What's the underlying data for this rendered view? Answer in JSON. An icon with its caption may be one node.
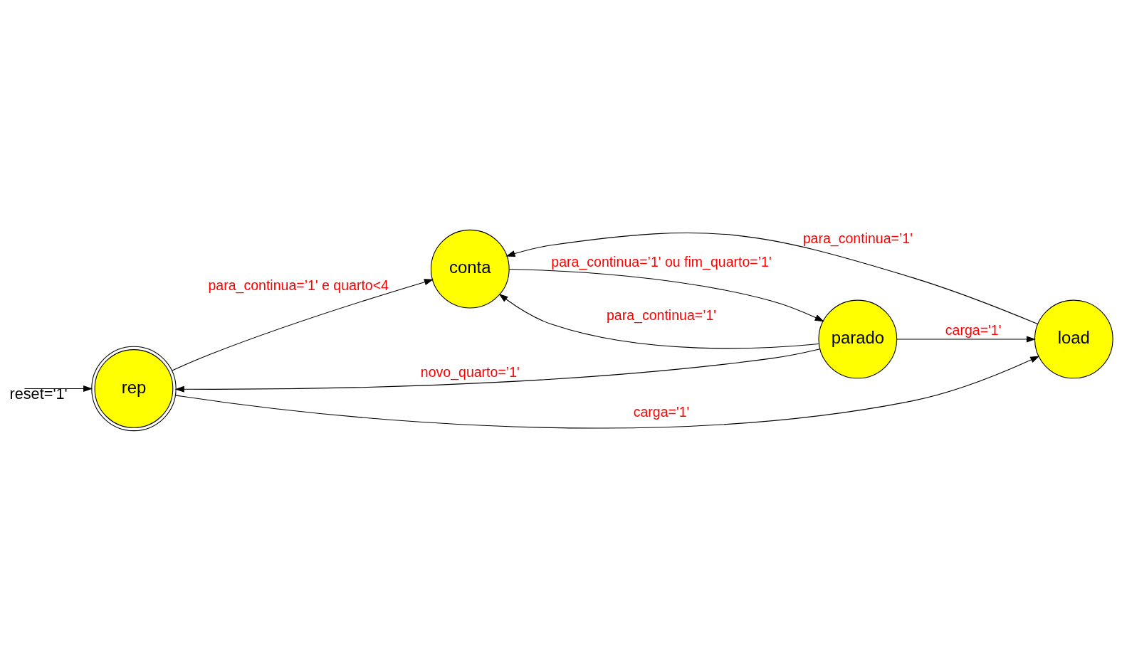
{
  "diagram": {
    "nodes": [
      {
        "text": [
          "rep"
        ]
      },
      {
        "text": [
          "conta"
        ]
      },
      {
        "text": [
          "parado"
        ]
      },
      {
        "text": [
          "load"
        ]
      }
    ],
    "edges": [
      {
        "from": null,
        "to": 0,
        "arrow": "to",
        "label": "reset='1'"
      },
      {
        "from": 0,
        "to": 1,
        "arrow": "to",
        "label": "para_continua=’1' e quarto<4"
      },
      {
        "from": 1,
        "to": 2,
        "arrow": "to",
        "label": "para_continua=’1' ou fim_quarto=’1'"
      },
      {
        "from": 2,
        "to": 1,
        "arrow": "to",
        "label": "para_continua=’1'"
      },
      {
        "from": 2,
        "to": 0,
        "arrow": "to",
        "label": "novo_quarto=’1'"
      },
      {
        "from": 0,
        "to": 3,
        "arrow": "to",
        "label": "carga='1'"
      },
      {
        "from": 2,
        "to": 3,
        "arrow": "to",
        "label": "carga='1'"
      },
      {
        "from": 3,
        "to": 1,
        "arrow": "to",
        "label": "para_continua=’1'"
      }
    ]
  }
}
